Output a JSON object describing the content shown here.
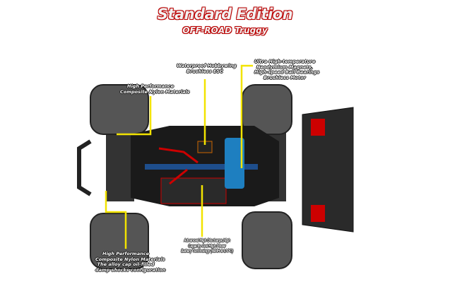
{
  "header": {
    "title": "Standard Edition",
    "subtitle": "OFF-ROAD Truggy"
  },
  "callouts": {
    "esc": [
      "Waterproof Hobbywing",
      "Brushless ESC"
    ],
    "motor": [
      "Ultra High-temperature",
      "Neodymium Magnets,",
      "High-speed Ball Bearings",
      "Brushless Motor"
    ],
    "front_arms": [
      "High Performance",
      "Composite Nylon Materials"
    ],
    "rear_arms": [
      "High Performance",
      "Composite Nylon Materials",
      "The alloy cap oil-filled",
      "damp shocks configuration"
    ],
    "battery": [
      "Advanced High Discharge,High",
      "Capacity And High Power",
      "Battery Technology (NiMH & LI-PO)"
    ]
  },
  "colors": {
    "accent": "#f2e300",
    "title_outline": "#bb0000",
    "motor": "#1e7fc0"
  }
}
